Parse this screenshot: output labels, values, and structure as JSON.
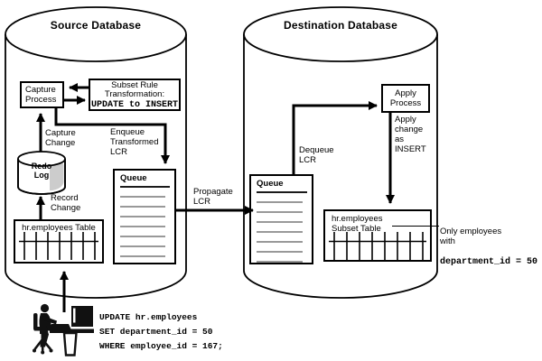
{
  "source": {
    "title": "Source Database",
    "capture_process": "Capture\nProcess",
    "subset_rule": {
      "line1": "Subset Rule",
      "line2": "Transformation:",
      "code": "UPDATE to INSERT"
    },
    "capture_change": "Capture\nChange",
    "enqueue": "Enqueue\nTransformed\nLCR",
    "redo_log": "Redo\nLog",
    "record_change": "Record\nChange",
    "queue_title": "Queue",
    "table_title": "hr.employees Table"
  },
  "propagate": "Propagate\nLCR",
  "destination": {
    "title": "Destination Database",
    "apply_process": "Apply\nProcess",
    "dequeue": "Dequeue\nLCR",
    "apply_change": "Apply\nchange\nas\nINSERT",
    "queue_title": "Queue",
    "subset_table": "hr.employees\nSubset Table",
    "annotation_text": "Only employees\nwith",
    "annotation_code": "department_id = 50"
  },
  "sql_statement": "UPDATE hr.employees\nSET department_id = 50\nWHERE employee_id = 167;",
  "colors": {
    "ink": "#000000",
    "queue_row_line": "#999999",
    "redo_shade": "#cccccc"
  }
}
